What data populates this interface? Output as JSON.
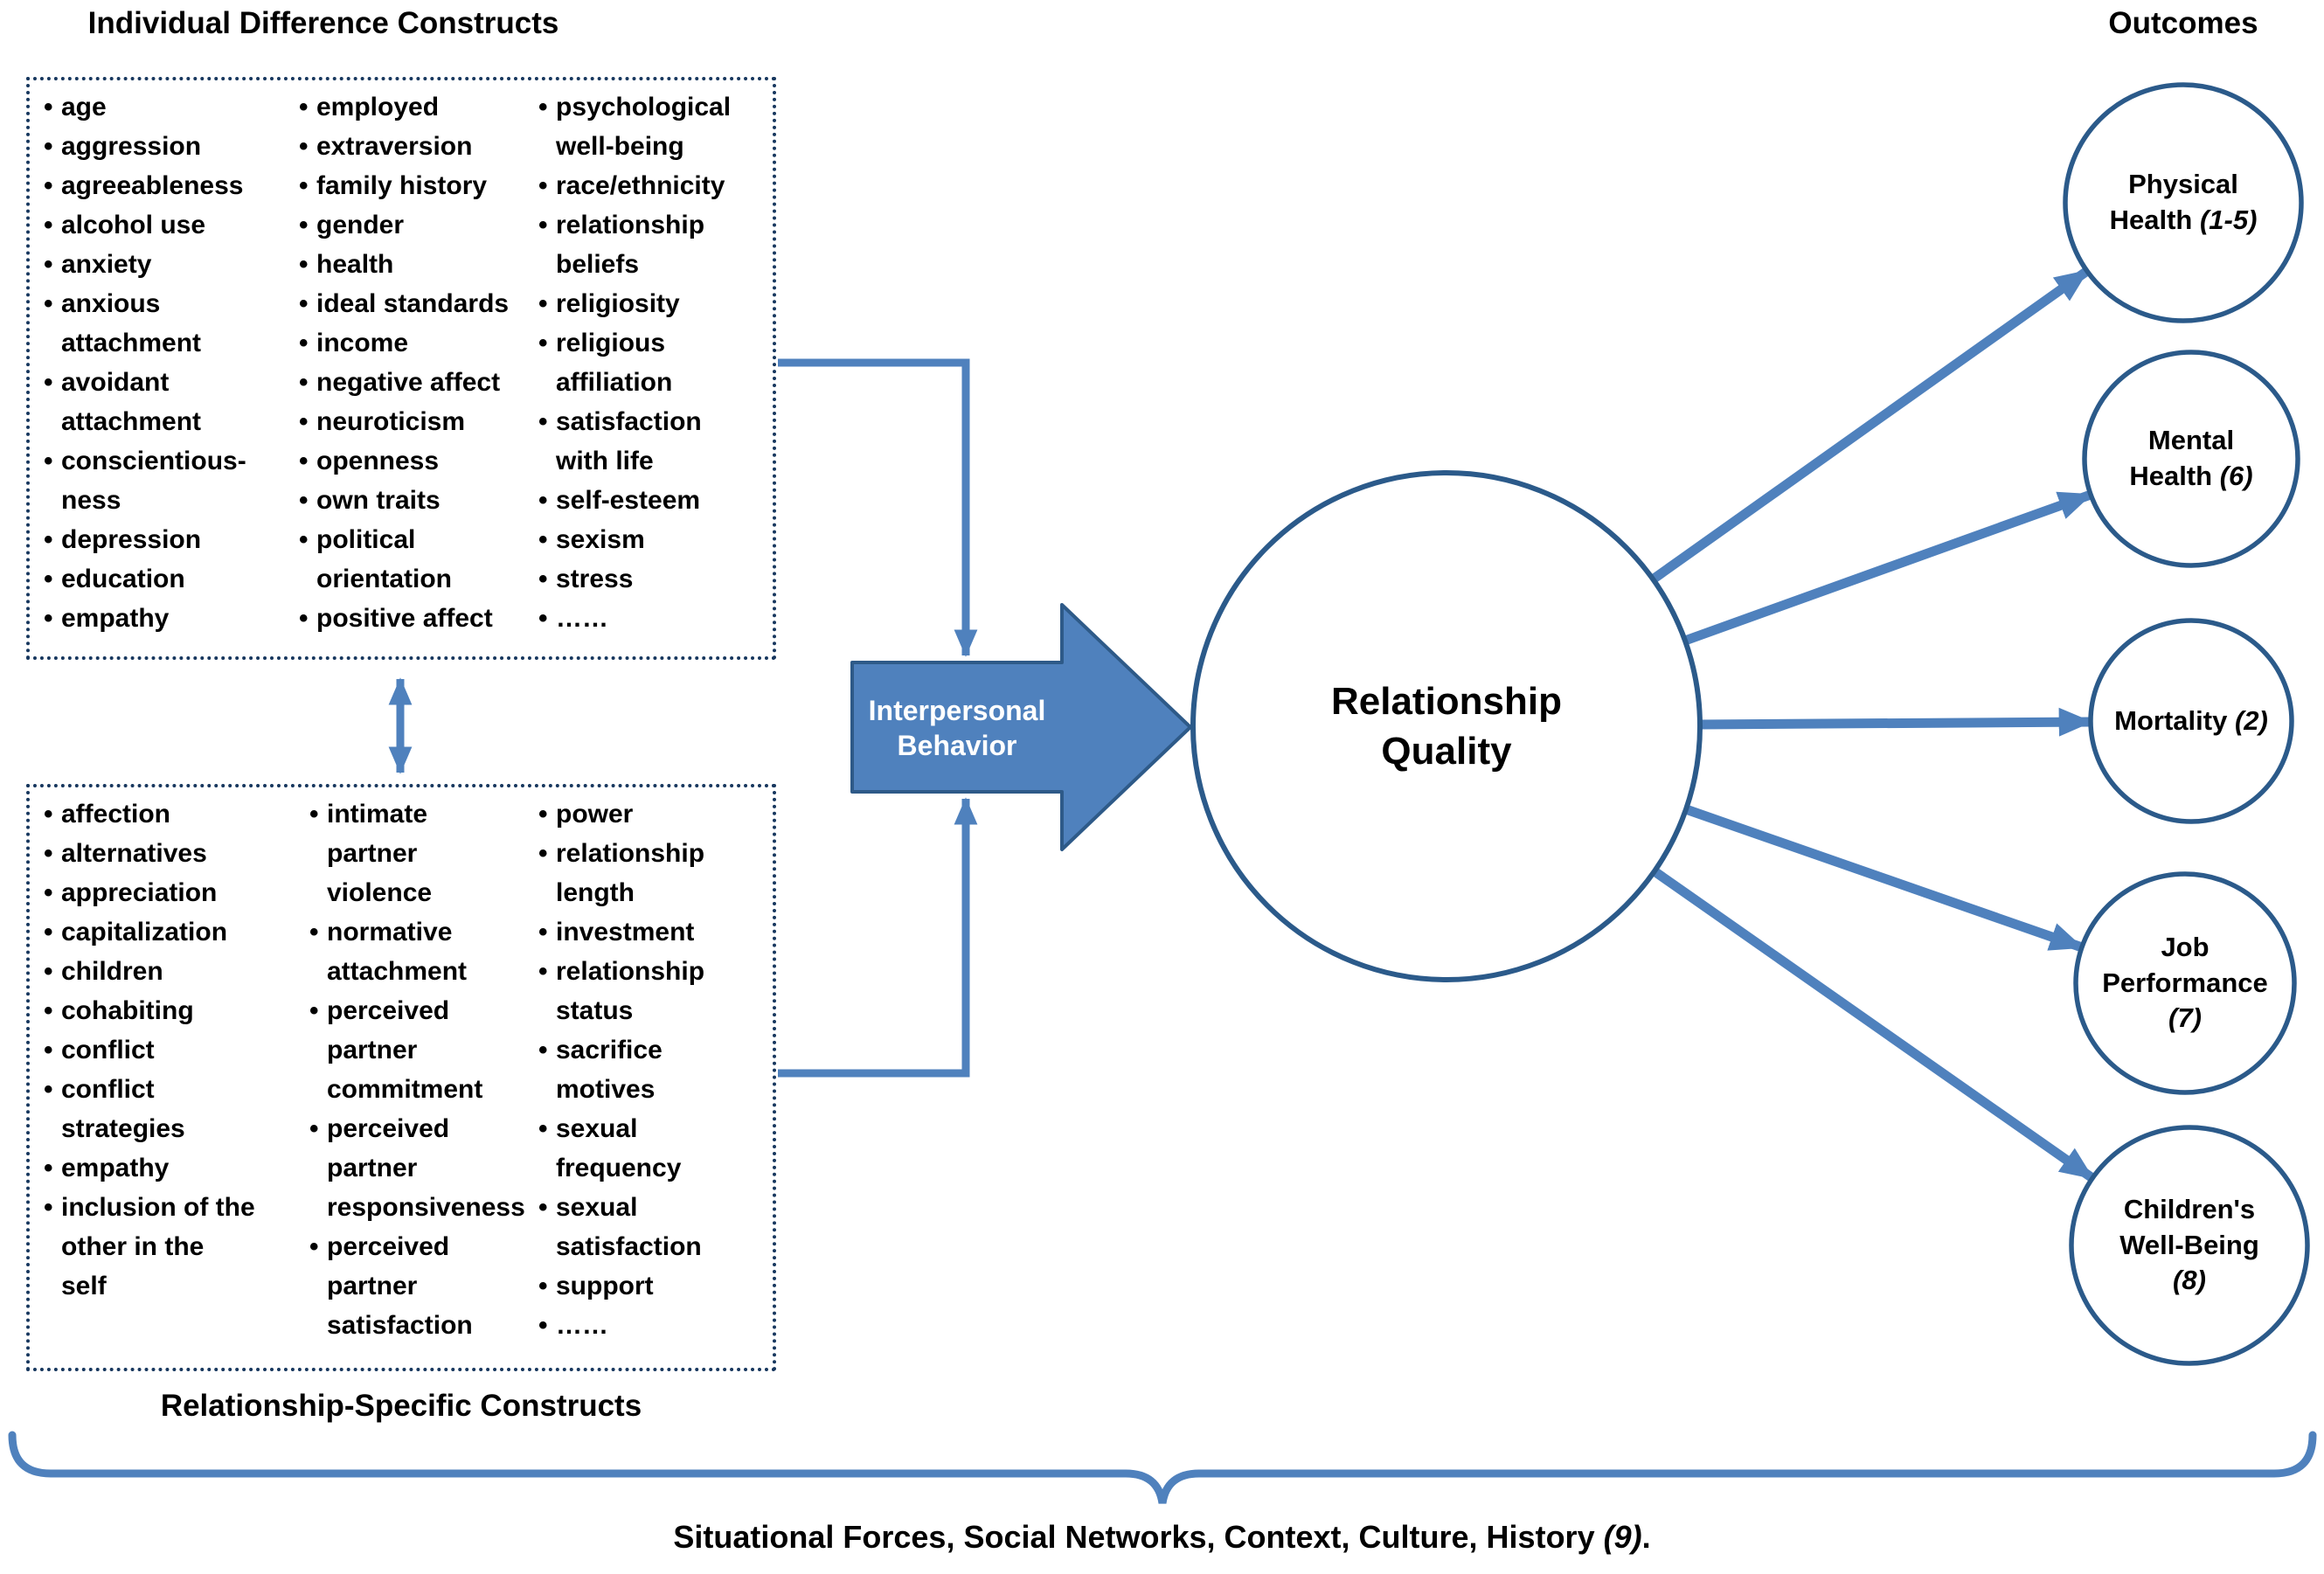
{
  "colors": {
    "accent": "#4f81bd",
    "accent_dark": "#2e5a88",
    "circle_stroke": "#2b5a8a",
    "box_border": "#17375e",
    "arrow_text": "#ffffff",
    "text": "#000000",
    "background": "#ffffff"
  },
  "glyphs": {
    "bullet": "•"
  },
  "individual_constructs": {
    "title": "Individual Difference Constructs",
    "columns": [
      [
        "age",
        "aggression",
        "agreeableness",
        "alcohol use",
        "anxiety",
        "anxious\nattachment",
        "avoidant\nattachment",
        "conscientious-\nness",
        "depression",
        "education",
        "empathy"
      ],
      [
        "employed",
        "extraversion",
        "family history",
        "gender",
        "health",
        "ideal standards",
        "income",
        "negative affect",
        "neuroticism",
        "openness",
        "own traits",
        "political\norientation",
        "positive affect"
      ],
      [
        "psychological\nwell-being",
        "race/ethnicity",
        "relationship\nbeliefs",
        "religiosity",
        "religious\naffiliation",
        "satisfaction\nwith life",
        "self-esteem",
        "sexism",
        "stress",
        "……"
      ]
    ]
  },
  "relationship_constructs": {
    "title": "Relationship-Specific Constructs",
    "columns": [
      [
        "affection",
        "alternatives",
        "appreciation",
        "capitalization",
        "children",
        "cohabiting",
        "conflict",
        "conflict\nstrategies",
        "empathy",
        "inclusion of the\nother in the\nself"
      ],
      [
        "intimate\npartner\nviolence",
        "normative\nattachment",
        "perceived\npartner\ncommitment",
        "perceived\npartner\nresponsiveness",
        "perceived\npartner\nsatisfaction"
      ],
      [
        "power",
        "relationship\nlength",
        "investment",
        "relationship\nstatus",
        "sacrifice\nmotives",
        "sexual\nfrequency",
        "sexual\nsatisfaction",
        "support",
        "……"
      ]
    ]
  },
  "mediator": {
    "label": "Interpersonal\nBehavior"
  },
  "central": {
    "label": "Relationship\nQuality"
  },
  "outcomes": {
    "title": "Outcomes",
    "items": [
      {
        "name": "Physical\nHealth ",
        "ref": "(1-5)"
      },
      {
        "name": "Mental\nHealth ",
        "ref": "(6)"
      },
      {
        "name": "Mortality ",
        "ref": "(2)"
      },
      {
        "name": "Job\nPerformance\n",
        "ref": "(7)"
      },
      {
        "name": "Children's\nWell-Being\n",
        "ref": "(8)"
      }
    ]
  },
  "caption": {
    "text": "Situational Forces, Social Networks, Context, Culture, History ",
    "ref": "(9)",
    "suffix": "."
  }
}
